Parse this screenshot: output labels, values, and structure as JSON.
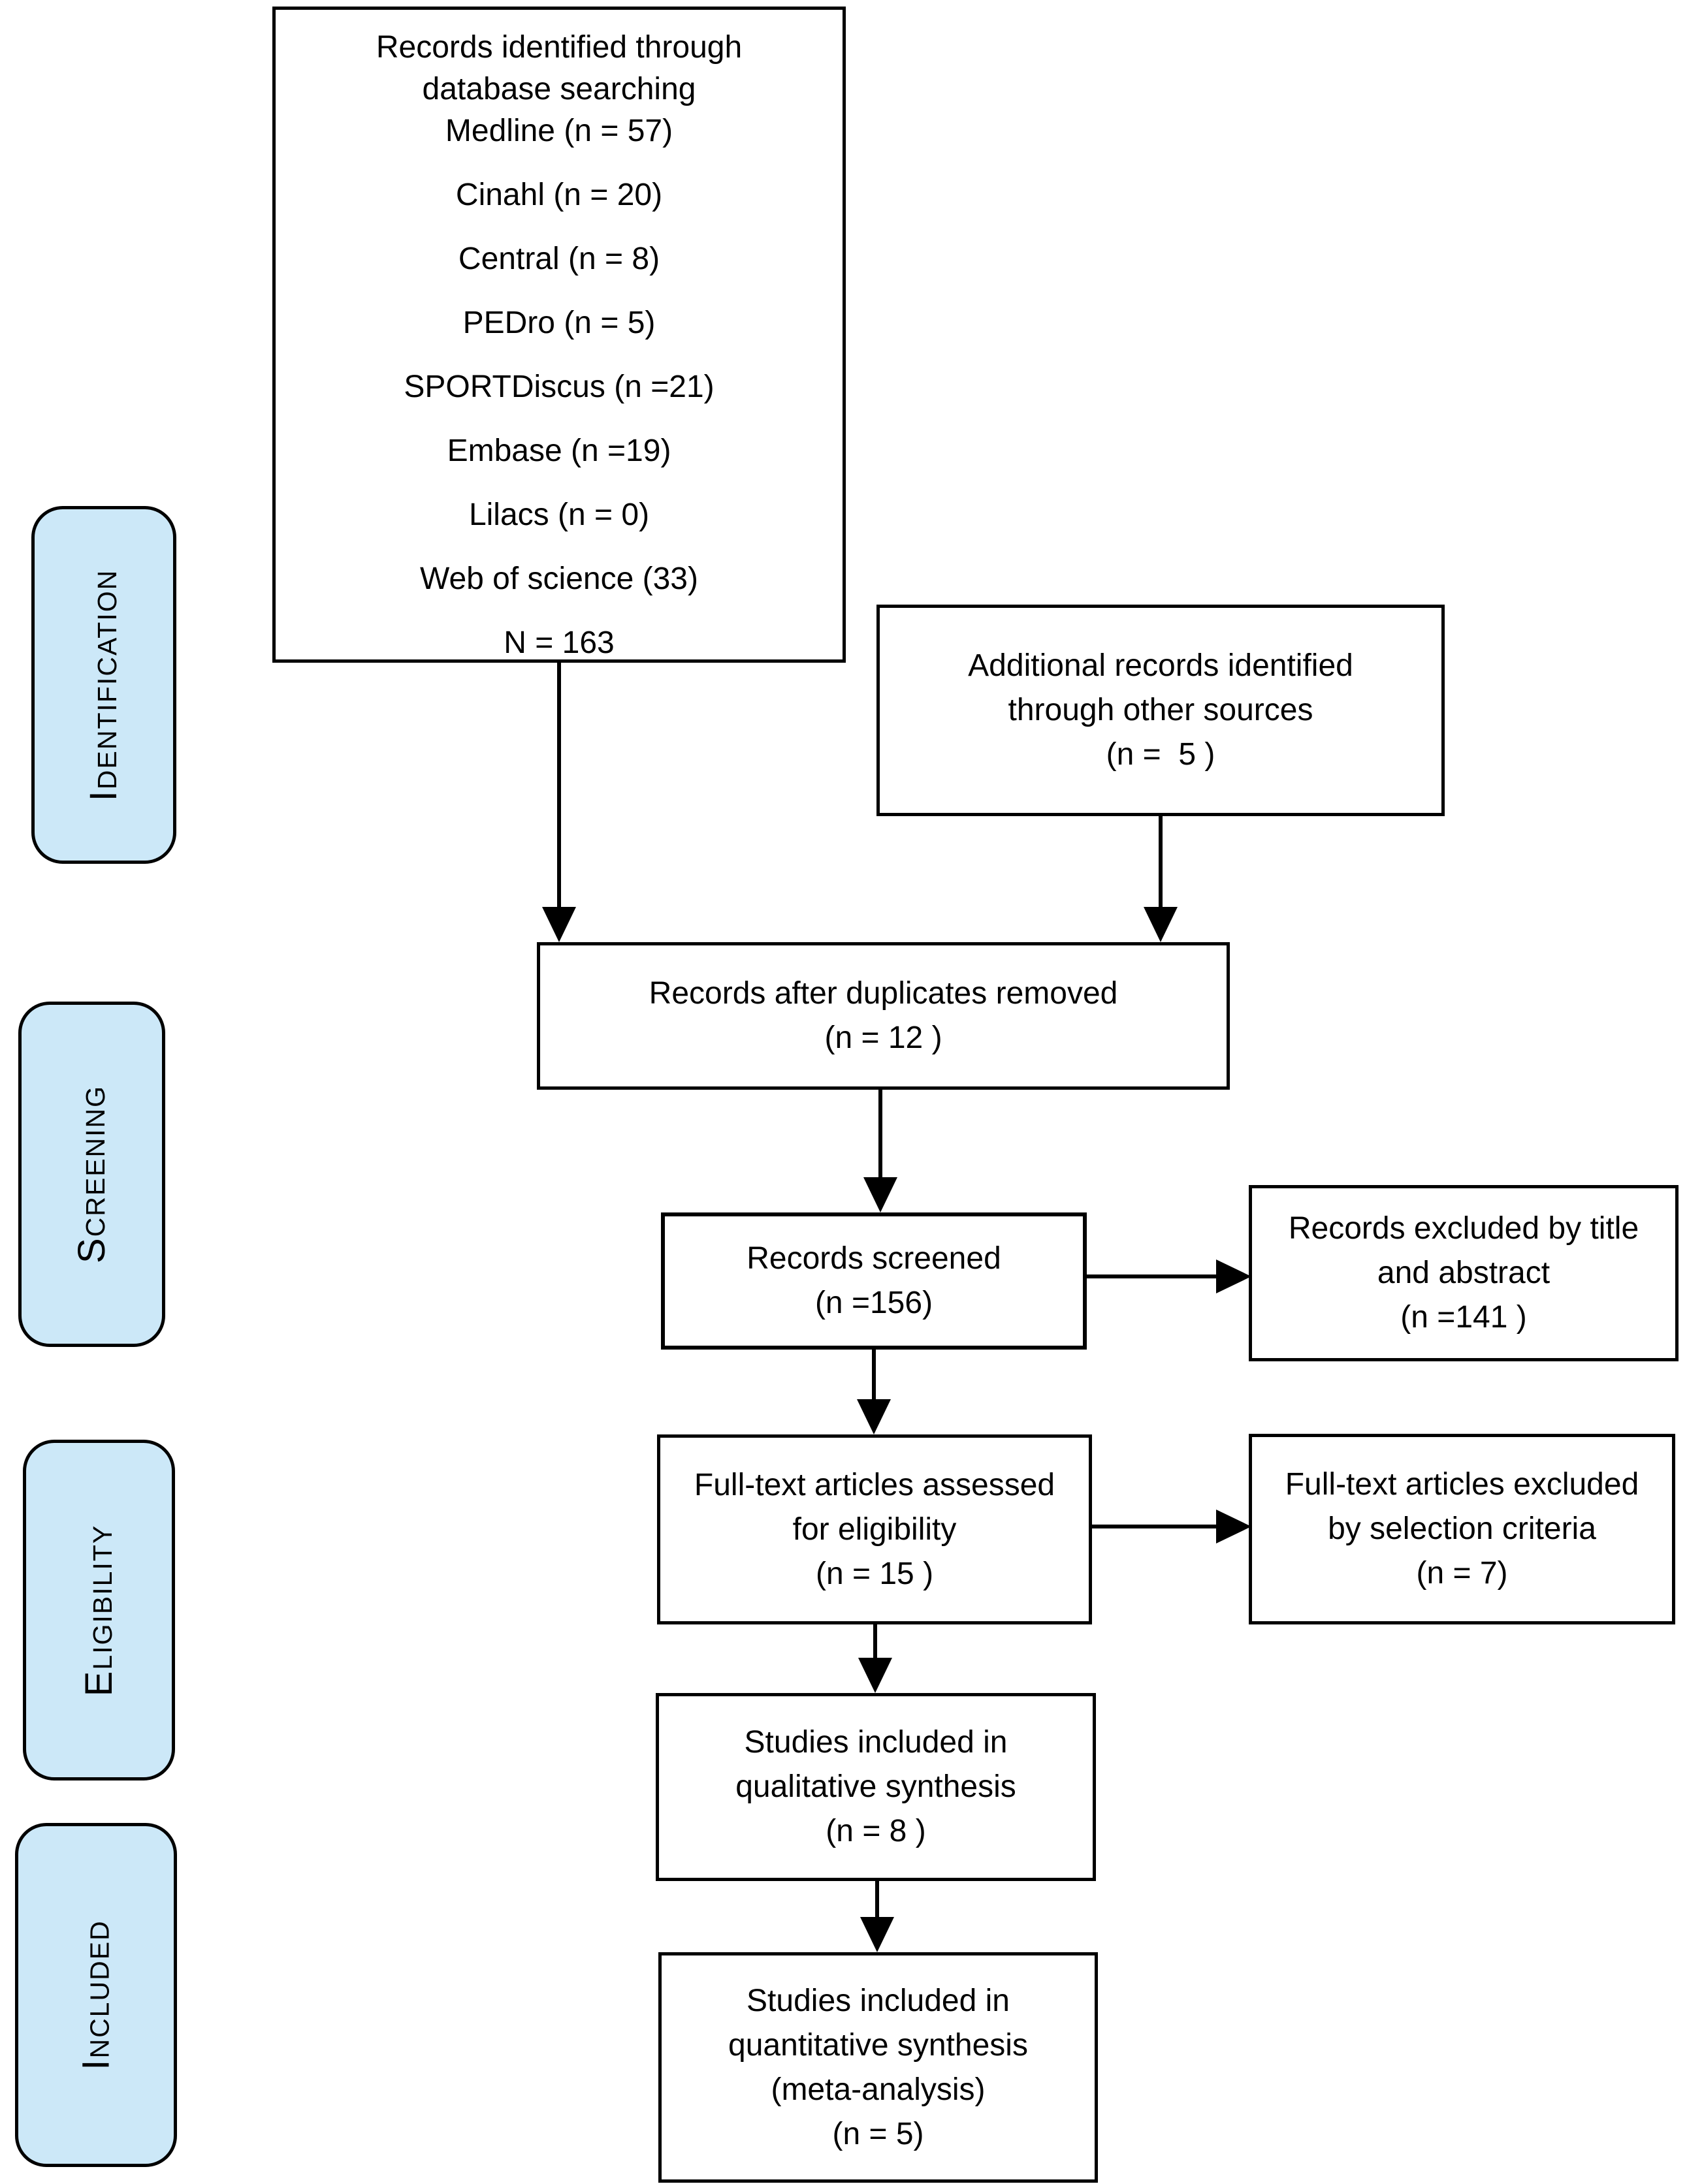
{
  "stages": [
    {
      "label": "Identification"
    },
    {
      "label": "Screening"
    },
    {
      "label": "Eligibility"
    },
    {
      "label": "Included"
    }
  ],
  "boxes": {
    "database": {
      "lines": [
        "Records identified through",
        "database searching",
        "Medline (n = 57)",
        "Cinahl (n = 20)",
        "Central (n = 8)",
        "PEDro (n = 5)",
        "SPORTDiscus (n =21)",
        "Embase (n =19)",
        "Lilacs (n = 0)",
        "Web of science (33)",
        "N = 163"
      ]
    },
    "other_sources": {
      "lines": [
        "Additional records identified",
        "through other sources",
        "(n =  5 )"
      ]
    },
    "duplicates_removed": {
      "lines": [
        "Records after duplicates removed",
        "(n = 12 )"
      ]
    },
    "records_screened": {
      "lines": [
        "Records screened",
        "(n =156)"
      ]
    },
    "excluded_title_abstract": {
      "lines": [
        "Records excluded by title",
        "and abstract",
        "(n =141 )"
      ]
    },
    "fulltext_assessed": {
      "lines": [
        "Full-text articles assessed",
        "for eligibility",
        "(n = 15 )"
      ]
    },
    "fulltext_excluded": {
      "lines": [
        "Full-text articles excluded",
        "by selection criteria",
        "(n = 7)"
      ]
    },
    "qualitative_synthesis": {
      "lines": [
        "Studies included in",
        "qualitative synthesis",
        "(n = 8 )"
      ]
    },
    "quantitative_synthesis": {
      "lines": [
        "Studies included in",
        "quantitative synthesis",
        "(meta-analysis)",
        "(n = 5)"
      ]
    }
  },
  "colors": {
    "stage_fill": "#cce8f8",
    "line": "#000000",
    "background": "#ffffff"
  }
}
